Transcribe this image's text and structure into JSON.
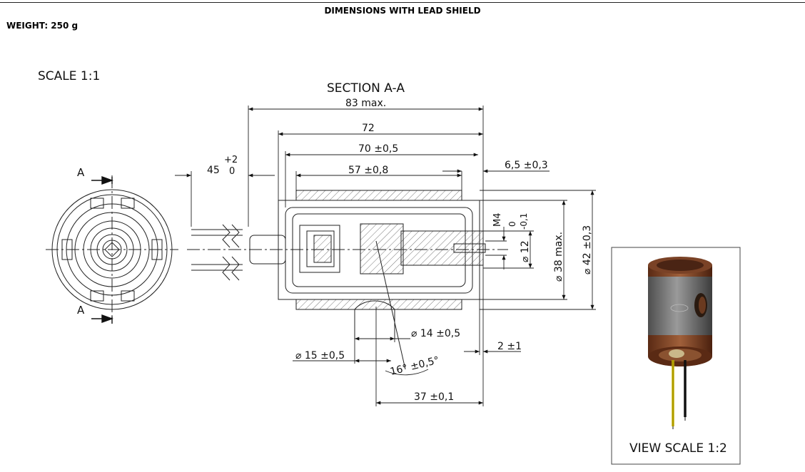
{
  "header": {
    "title": "DIMENSIONS WITH LEAD SHIELD",
    "weight": "WEIGHT: 250 g"
  },
  "labels": {
    "scale": "SCALE 1:1",
    "section_title": "SECTION A-A",
    "section_mark_top": "A",
    "section_mark_bottom": "A",
    "view_scale": "VIEW SCALE 1:2"
  },
  "dimensions": {
    "overall_length": "83 max.",
    "length_72": "72",
    "length_70": "70 ±0,5",
    "length_57": "57 ±0,8",
    "offset_6_5": "6,5 ±0,3",
    "lead_45": "45",
    "lead_tol_plus": "+2",
    "lead_tol_zero": "0",
    "thread": "M4",
    "dia_12": "⌀ 12",
    "dia_12_tol_upper": "0",
    "dia_12_tol_lower": "-0,1",
    "dia_38": "⌀ 38 max.",
    "dia_42": "⌀ 42 ±0,3",
    "dia_14": "⌀ 14 ±0,5",
    "dia_15": "⌀ 15 ±0,5",
    "angle_16": "16° ±0,5°",
    "length_2": "2 ±1",
    "length_37": "37 ±0,1"
  },
  "colors": {
    "line": "#222222",
    "hatch": "#444444",
    "copper": "#8a4a2a",
    "body": "#6f6f6f",
    "wire_yellow": "#c8b400",
    "wire_black": "#111111"
  }
}
